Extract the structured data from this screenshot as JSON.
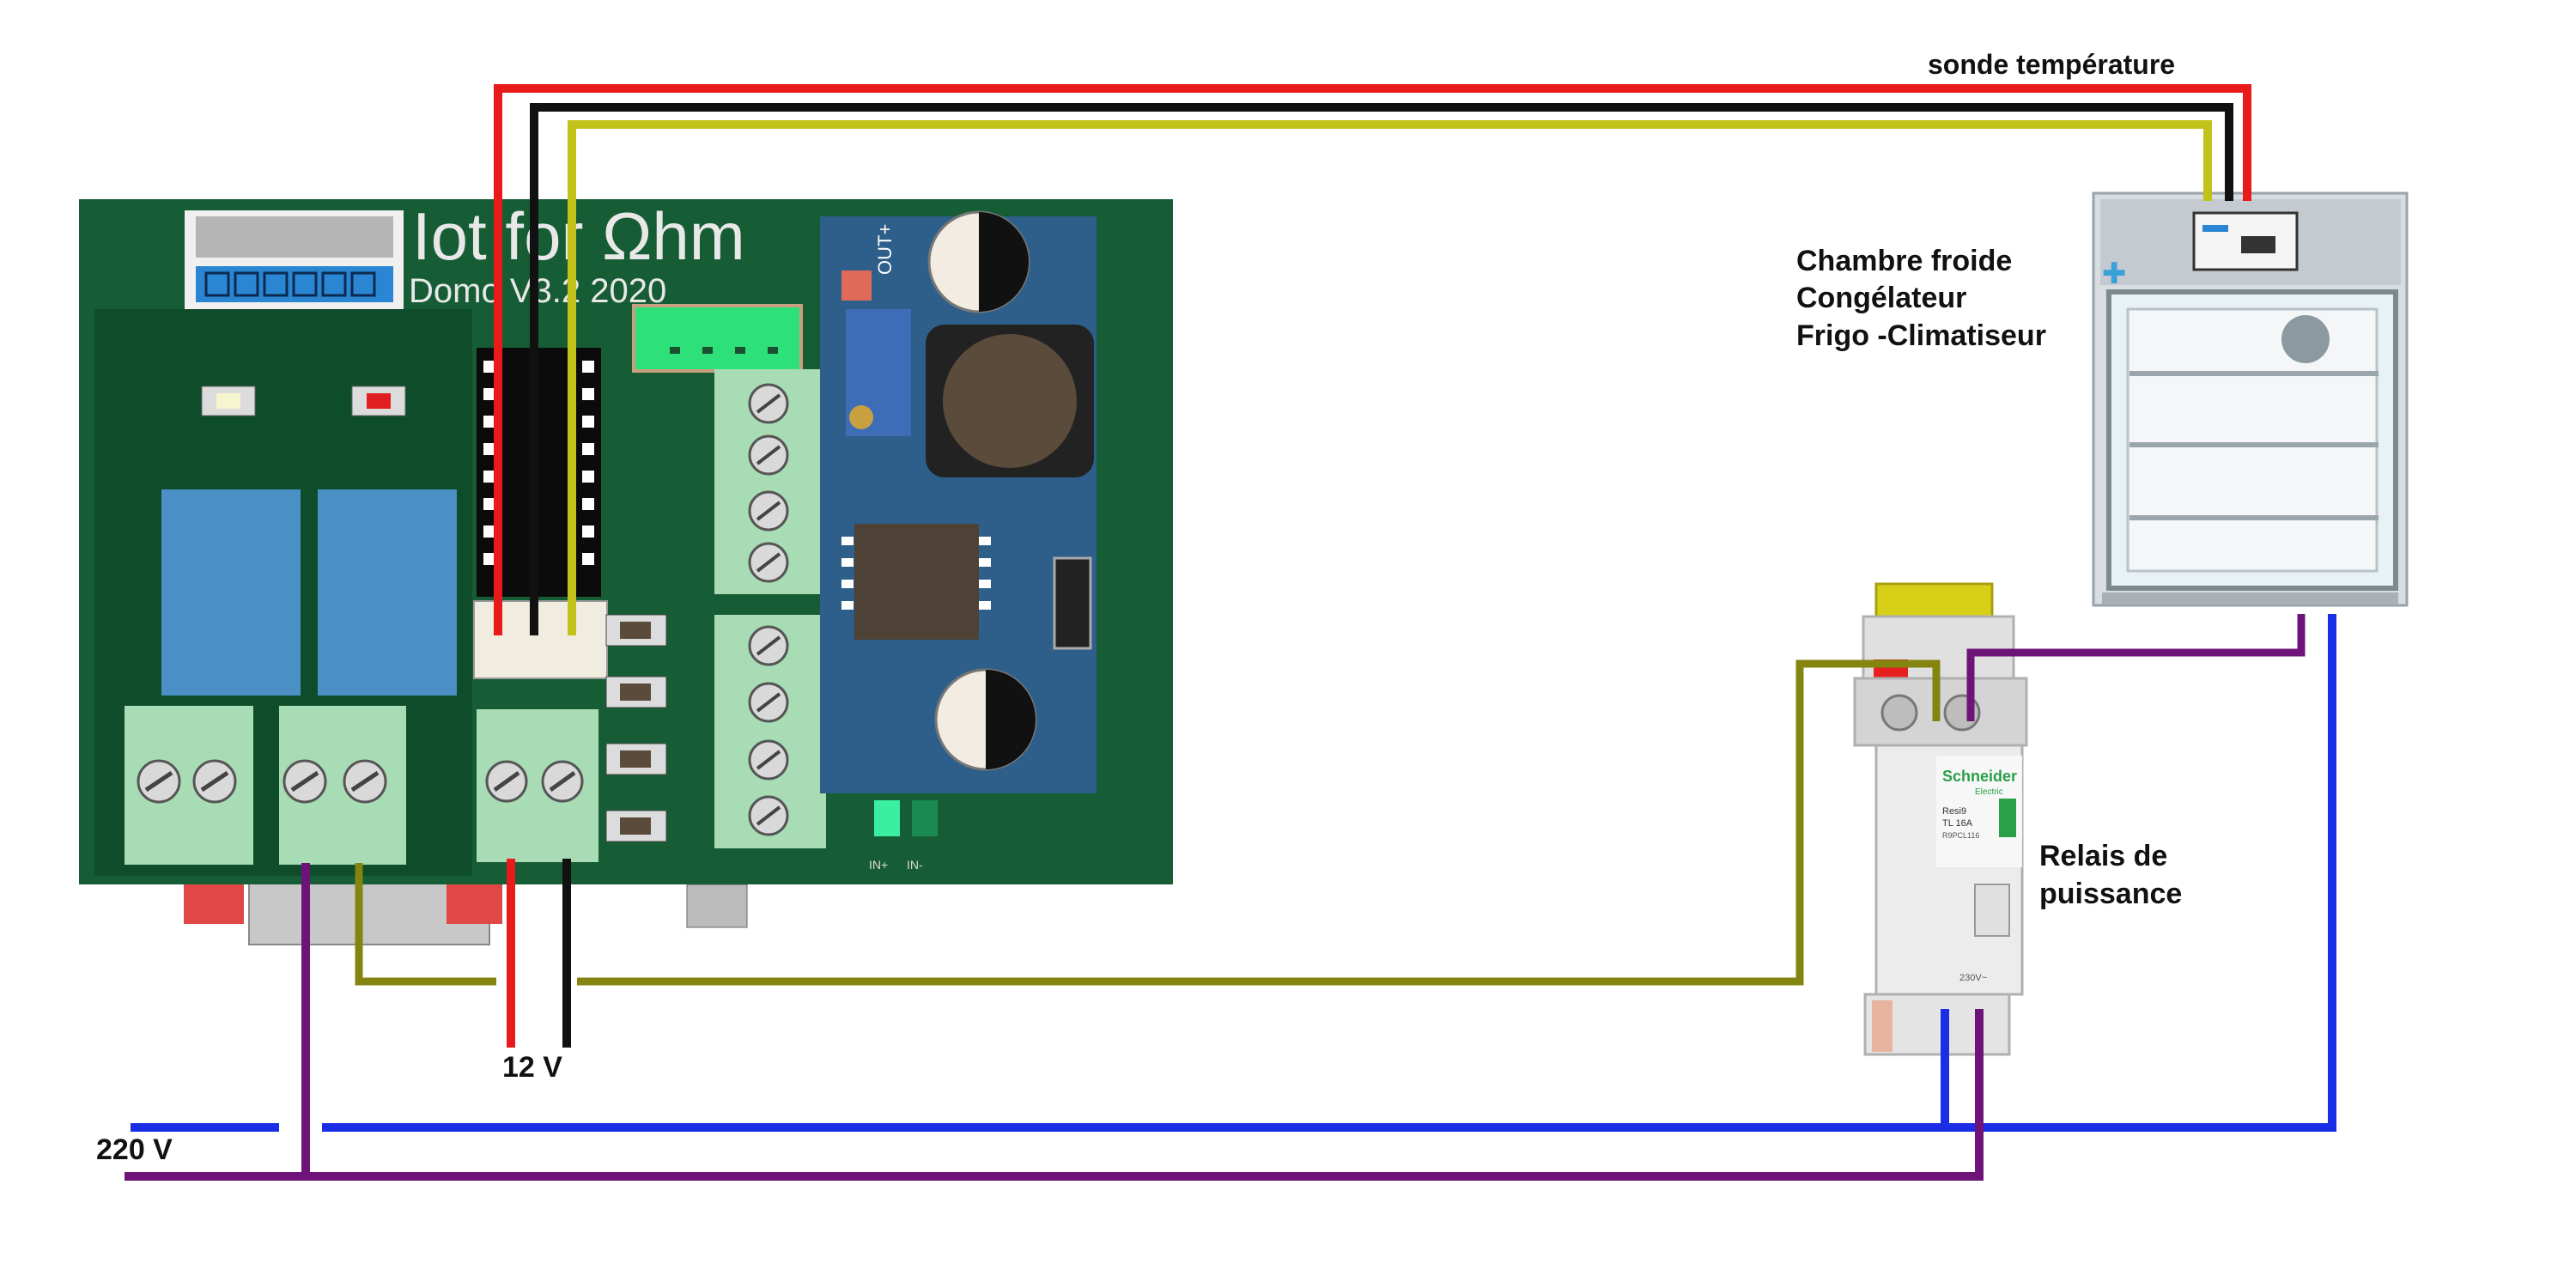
{
  "board": {
    "title": "Iot for Ωhm",
    "subtitle": "Domo V3.2 2020",
    "buck_label": "OUT+",
    "module_labels": [
      "IN+",
      "IN-"
    ]
  },
  "labels": {
    "sensor": "sonde température",
    "appliance_line1": "Chambre froide",
    "appliance_line2": "Congélateur",
    "appliance_line3": "Frigo -Climatiseur",
    "relay_line1": "Relais de",
    "relay_line2": "puissance",
    "supply_12v": "12 V",
    "supply_220v": "220 V"
  },
  "relay_device": {
    "brand": "Schneider",
    "brand_sub": "Electric",
    "model": "Resi9",
    "rating": "TL 16A",
    "ref": "R9PCL116",
    "voltage": "230V~"
  },
  "colors": {
    "pcb": "#165c34",
    "wire_red": "#e81a1a",
    "wire_black": "#111111",
    "wire_yellow": "#c2c21a",
    "wire_olive": "#848410",
    "wire_purple": "#6e1478",
    "wire_blue": "#1a2ee6",
    "relay_blue": "#4a8fc6",
    "terminal_green": "#a8dcb4"
  }
}
